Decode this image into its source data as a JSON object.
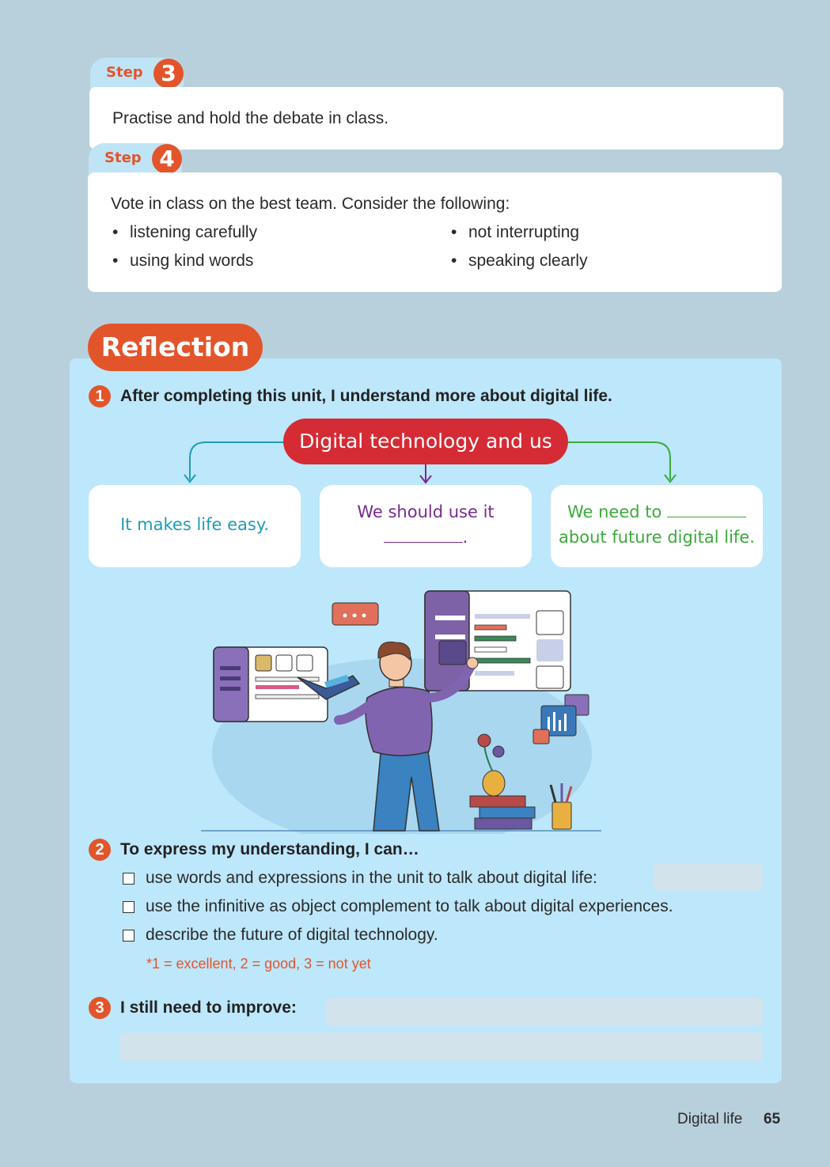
{
  "steps": [
    {
      "word": "Step",
      "number": "3",
      "text": "Practise and hold the debate in class."
    },
    {
      "word": "Step",
      "number": "4",
      "text": "Vote in class on the best team. Consider the following:",
      "bullets": [
        "listening carefully",
        "not interrupting",
        "using kind words",
        "speaking clearly"
      ]
    }
  ],
  "reflection": {
    "title": "Reflection",
    "q1": {
      "num": "1",
      "heading": "After completing this unit, I understand more about digital life.",
      "center": "Digital technology and us",
      "boxes": [
        {
          "line1": "It makes life easy.",
          "color": "#1f9bb5"
        },
        {
          "line1": "We should use it",
          "color": "#7a2a8e"
        },
        {
          "line1": "We need to",
          "line2": "about future digital life.",
          "color": "#3aaa3a"
        }
      ],
      "box2_end": "."
    },
    "q2": {
      "num": "2",
      "heading": "To express my understanding, I can…",
      "items": [
        "use words and expressions in the unit to talk about digital life:",
        "use the infinitive as object complement to talk about digital experiences.",
        "describe the future of digital technology."
      ],
      "note": "*1 = excellent, 2 = good, 3 = not yet"
    },
    "q3": {
      "num": "3",
      "heading": "I still need to improve:"
    }
  },
  "footer": {
    "label": "Digital life",
    "page": "65"
  },
  "colors": {
    "accent": "#e2552b",
    "pill": "#d52b34",
    "panel": "#bde7fa",
    "background": "#b8d0dc"
  }
}
